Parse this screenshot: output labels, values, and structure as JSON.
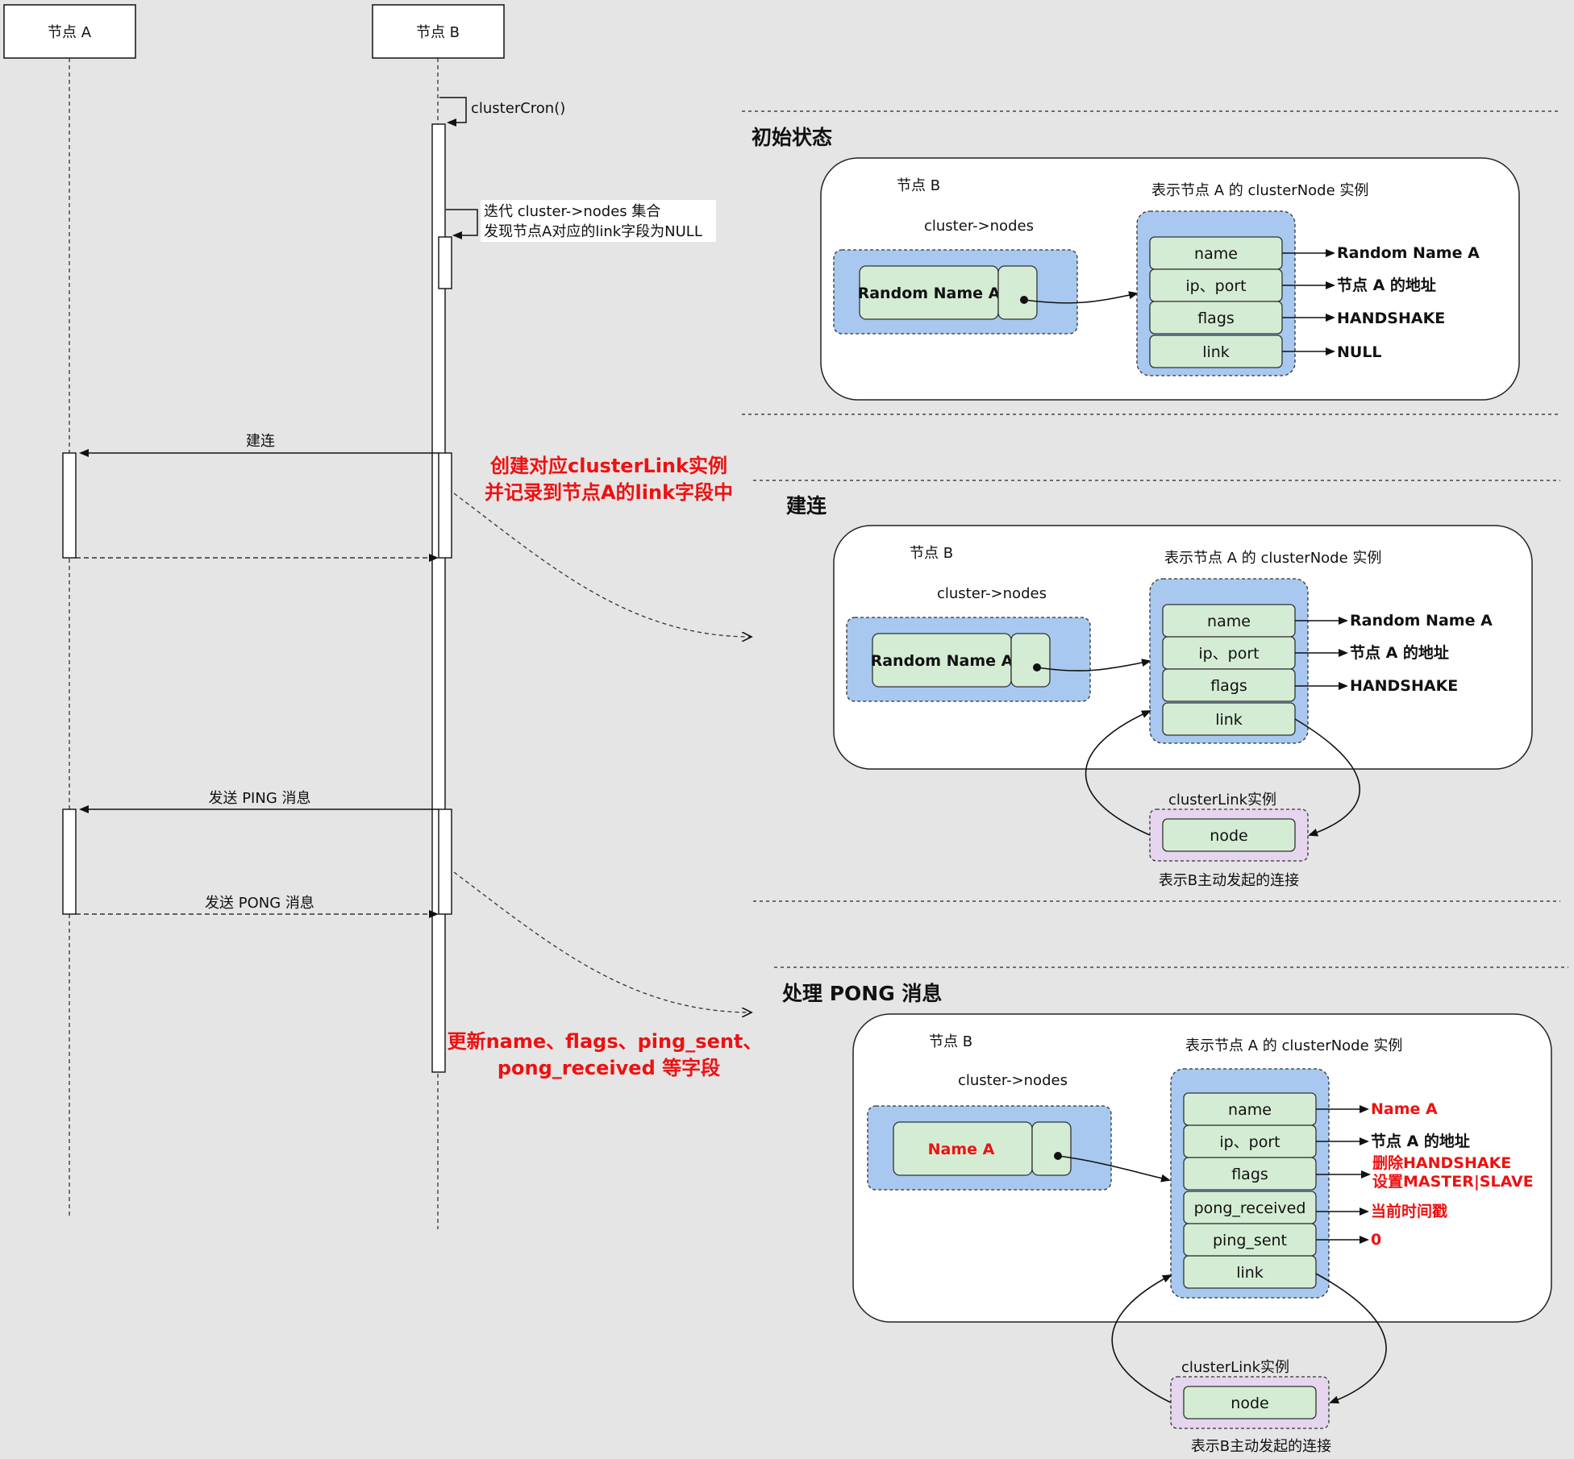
{
  "sequence": {
    "node_a": "节点 A",
    "node_b": "节点 B",
    "cluster_cron": "clusterCron()",
    "iterate_line1": "迭代 cluster->nodes 集合",
    "iterate_line2": "发现节点A对应的link字段为NULL",
    "connect": "建连",
    "create_note_line1": "创建对应clusterLink实例",
    "create_note_line2": "并记录到节点A的link字段中",
    "send_ping": "发送 PING 消息",
    "send_pong": "发送 PONG 消息",
    "update_note_line1": "更新name、flags、ping_sent、",
    "update_note_line2": "pong_received 等字段"
  },
  "panels": {
    "initial": {
      "section_title": "初始状态",
      "node_b": "节点 B",
      "cluster_nodes": "cluster->nodes",
      "instance_title": "表示节点 A 的 clusterNode 实例",
      "dict_entry": "Random Name A",
      "fields": [
        "name",
        "ip、port",
        "flags",
        "link"
      ],
      "values": [
        "Random Name A",
        "节点 A 的地址",
        "HANDSHAKE",
        "NULL"
      ]
    },
    "connect": {
      "section_title": "建连",
      "node_b": "节点 B",
      "cluster_nodes": "cluster->nodes",
      "instance_title": "表示节点 A 的 clusterNode 实例",
      "dict_entry": "Random Name A",
      "fields": [
        "name",
        "ip、port",
        "flags",
        "link"
      ],
      "values": [
        "Random Name A",
        "节点 A 的地址",
        "HANDSHAKE"
      ],
      "link_title": "clusterLink实例",
      "link_field": "node",
      "link_caption": "表示B主动发起的连接"
    },
    "pong": {
      "section_title": "处理 PONG 消息",
      "node_b": "节点 B",
      "cluster_nodes": "cluster->nodes",
      "instance_title": "表示节点 A 的 clusterNode 实例",
      "dict_entry": "Name A",
      "fields": [
        "name",
        "ip、port",
        "flags",
        "pong_received",
        "ping_sent",
        "link"
      ],
      "values": [
        "Name A",
        "节点 A 的地址",
        "删除HANDSHAKE",
        "设置MASTER|SLAVE",
        "当前时间戳",
        "0"
      ],
      "link_title": "clusterLink实例",
      "link_field": "node",
      "link_caption": "表示B主动发起的连接"
    }
  },
  "colors": {
    "background": "#e5e5e5",
    "field_fill": "#d4ecd3",
    "dict_fill": "#a8c8f0",
    "link_fill": "#e6d5ee",
    "highlight_red": "#ee1111"
  }
}
